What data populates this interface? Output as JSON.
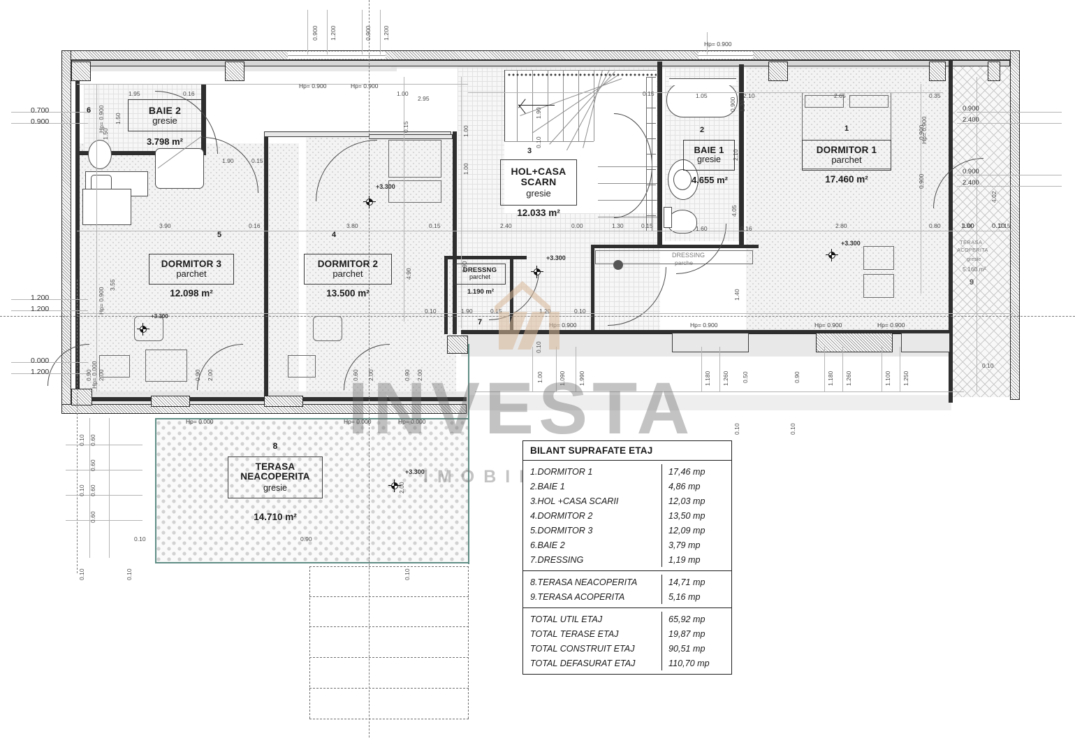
{
  "document": {
    "type": "architectural-floor-plan",
    "title": "BILANT SUPRAFATE ETAJ",
    "level": "ETAJ"
  },
  "watermark": {
    "main": "INVESTA",
    "sub": "IMOBILIARE",
    "logo_name": "house-logo",
    "logo_color": "#d9b899"
  },
  "rooms": [
    {
      "num": "1",
      "name": "DORMITOR 1",
      "finish": "parchet",
      "area": "17.460 m²"
    },
    {
      "num": "2",
      "name": "BAIE 1",
      "finish": "gresie",
      "area": "4.655 m²"
    },
    {
      "num": "3",
      "name": "HOL+CASA SCARN",
      "finish": "gresie",
      "area": "12.033 m²"
    },
    {
      "num": "4",
      "name": "DORMITOR 2",
      "finish": "parchet",
      "area": "13.500 m²"
    },
    {
      "num": "5",
      "name": "DORMITOR 3",
      "finish": "parchet",
      "area": "12.098 m²"
    },
    {
      "num": "6",
      "name": "BAIE 2",
      "finish": "gresie",
      "area": "3.798 m²"
    },
    {
      "num": "7",
      "name": "DRESSING",
      "finish": "parchet",
      "area": "1.190 m²"
    },
    {
      "num": "8",
      "name": "TERASA NEACOPERITA",
      "finish": "gresie",
      "area": "14.710 m²"
    },
    {
      "num": "9",
      "name": "TERASA ACOPERITA",
      "finish": "gresie",
      "area": "5.160 m²"
    }
  ],
  "room_names": {
    "dormitor1": "DORMITOR 1",
    "dormitor2": "DORMITOR 2",
    "dormitor3": "DORMITOR 3",
    "baie1": "BAIE 1",
    "baie2": "BAIE 2",
    "hol": "HOL+CASA",
    "hol2": "SCARN",
    "dressing": "DRESSNG",
    "terasa_l1": "TERASA",
    "terasa_l2": "NEACOPERITA",
    "terasa_acop1": "TERASA",
    "terasa_acop2": "ACOPERITA"
  },
  "finishes": {
    "parchet": "parchet",
    "gresie": "gresie"
  },
  "areas": {
    "dormitor1": "17.460 m²",
    "dormitor2": "13.500 m²",
    "dormitor3": "12.098 m²",
    "baie1": "4.655 m²",
    "baie2": "3.798 m²",
    "hol": "12.033 m²",
    "dressing": "1.190 m²",
    "terasa": "14.710 m²",
    "terasa_acop": "5.160 m²"
  },
  "room_numbers": {
    "n1": "1",
    "n2": "2",
    "n3": "3",
    "n4": "4",
    "n5": "5",
    "n6": "6",
    "n7": "7",
    "n8": "8",
    "n9": "9"
  },
  "bilant": {
    "title": "BILANT SUPRAFATE ETAJ",
    "groups": [
      {
        "rows": [
          {
            "label": "1.DORMITOR 1",
            "value": "17,46 mp"
          },
          {
            "label": "2.BAIE 1",
            "value": "4,86 mp"
          },
          {
            "label": "3.HOL +CASA SCARII",
            "value": "12,03 mp"
          },
          {
            "label": "4.DORMITOR 2",
            "value": "13,50 mp"
          },
          {
            "label": "5.DORMITOR 3",
            "value": "12,09 mp"
          },
          {
            "label": "6.BAIE 2",
            "value": "3,79 mp"
          },
          {
            "label": "7.DRESSING",
            "value": "1,19 mp"
          }
        ]
      },
      {
        "rows": [
          {
            "label": "8.TERASA NEACOPERITA",
            "value": "14,71 mp"
          },
          {
            "label": "9.TERASA ACOPERITA",
            "value": "5,16 mp"
          }
        ]
      },
      {
        "rows": [
          {
            "label": "TOTAL UTIL ETAJ",
            "value": "65,92 mp"
          },
          {
            "label": "TOTAL TERASE ETAJ",
            "value": "19,87 mp"
          },
          {
            "label": "TOTAL CONSTRUIT ETAJ",
            "value": "90,51 mp"
          },
          {
            "label": "TOTAL DEFASURAT ETAJ",
            "value": "110,70 mp"
          }
        ]
      }
    ]
  },
  "levels": [
    {
      "id": "lvl_d2",
      "value": "+3.300"
    },
    {
      "id": "lvl_hol",
      "value": "+3.300"
    },
    {
      "id": "lvl_d1",
      "value": "+3.300"
    },
    {
      "id": "lvl_terasa",
      "value": "+3.300"
    },
    {
      "id": "lvl_d3",
      "value": "+3.300"
    }
  ],
  "hp_labels": {
    "h1": "Hp= 0.900",
    "h2": "Hp= 0.900",
    "h3": "Hp= 0.900",
    "h4": "Hp= 0.900",
    "h5": "Hp= 0.900",
    "h6": "Hp= 0.900",
    "h7": "Hp= 0.900",
    "z1": "Hp= 0.000",
    "z2": "Hp= 0.000",
    "z3": "Hp= 0.000"
  },
  "left_axis": {
    "a1": "0.700",
    "a2": "0.900",
    "b1": "1.200",
    "b2": "1.200",
    "c1": "0.000",
    "c2": "1.200"
  },
  "right_axis": {
    "r1": "0.900",
    "r2": "2.400",
    "r3": "0.900",
    "r4": "2.400",
    "r5": "1.00",
    "r6": "0.10"
  },
  "dims": {
    "top": [
      "0.900",
      "1.200",
      "0.900",
      "1.200"
    ],
    "d_195": "1.95",
    "d_016a": "0.16",
    "d_295": "2.95",
    "d_100a": "1.00",
    "d_105": "1.05",
    "d_090b": "0.90",
    "d_210": "2.10",
    "d_265": "2.65",
    "d_035": "0.35",
    "d_390": "3.90",
    "d_016b": "0.16",
    "d_380": "3.80",
    "d_015a": "0.15",
    "d_240": "2.40",
    "d_000": "0.00",
    "d_130": "1.30",
    "d_015b": "0.15",
    "d_160": "1.60",
    "d_016c": "0.16",
    "d_280": "2.80",
    "d_080": "0.80",
    "d_100b": "1.00",
    "d_010a": "0.10",
    "d_190": "1.90",
    "d_015c": "0.15",
    "d_120": "1.20",
    "d_010b": "0.10",
    "d_090c": "0.90",
    "d_200a": "2.00",
    "d_060": "0.60",
    "d_200b": "2.00",
    "d_010c": "0.10",
    "d_180": "1.180",
    "d_126": "1.260",
    "d_110": "1.100",
    "d_125": "1.250",
    "d_090d": "0.90",
    "d_010d": "0.10",
    "d_150": "1.50",
    "d_490": "4.90",
    "d_405": "4.05",
    "d_140": "1.40",
    "d_355": "3.55",
    "d_090e": "0.900",
    "d_090f": "0.900",
    "d_100c": "1.00",
    "d_109": "1.090",
    "d_199": "1.990",
    "d_010e": "0.10",
    "d_050": "0.50",
    "d_402": "4.02",
    "d_0166": "0.166",
    "d_015d": "0.15"
  },
  "colors": {
    "wall": "#2a2a2a",
    "wall_fill": "#d7d7d7",
    "floor_parchet": "#f3f3f3",
    "floor_gresie": "#f7f7f7",
    "accent_logo": "#d9b899",
    "terrace_edge": "#5f8d84",
    "table_border": "#1d1d1d"
  }
}
